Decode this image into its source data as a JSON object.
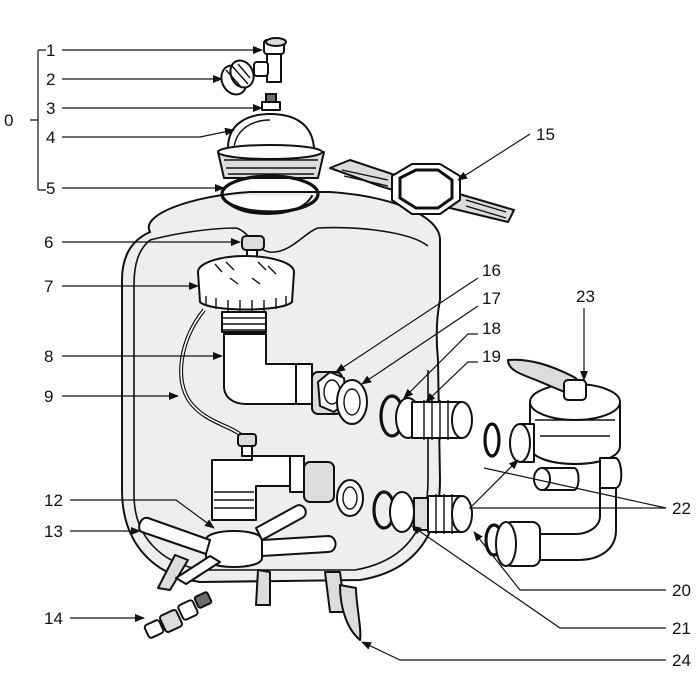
{
  "diagram": {
    "callouts": [
      {
        "id": "c0",
        "text": "0"
      },
      {
        "id": "c1",
        "text": "1"
      },
      {
        "id": "c2",
        "text": "2"
      },
      {
        "id": "c3",
        "text": "3"
      },
      {
        "id": "c4",
        "text": "4"
      },
      {
        "id": "c5",
        "text": "5"
      },
      {
        "id": "c6",
        "text": "6"
      },
      {
        "id": "c7",
        "text": "7"
      },
      {
        "id": "c8",
        "text": "8"
      },
      {
        "id": "c9",
        "text": "9"
      },
      {
        "id": "c12",
        "text": "12"
      },
      {
        "id": "c13",
        "text": "13"
      },
      {
        "id": "c14",
        "text": "14"
      },
      {
        "id": "c15",
        "text": "15"
      },
      {
        "id": "c16",
        "text": "16"
      },
      {
        "id": "c17",
        "text": "17"
      },
      {
        "id": "c18",
        "text": "18"
      },
      {
        "id": "c19",
        "text": "19"
      },
      {
        "id": "c20",
        "text": "20"
      },
      {
        "id": "c21",
        "text": "21"
      },
      {
        "id": "c22",
        "text": "22"
      },
      {
        "id": "c23",
        "text": "23"
      },
      {
        "id": "c24",
        "text": "24"
      }
    ]
  }
}
